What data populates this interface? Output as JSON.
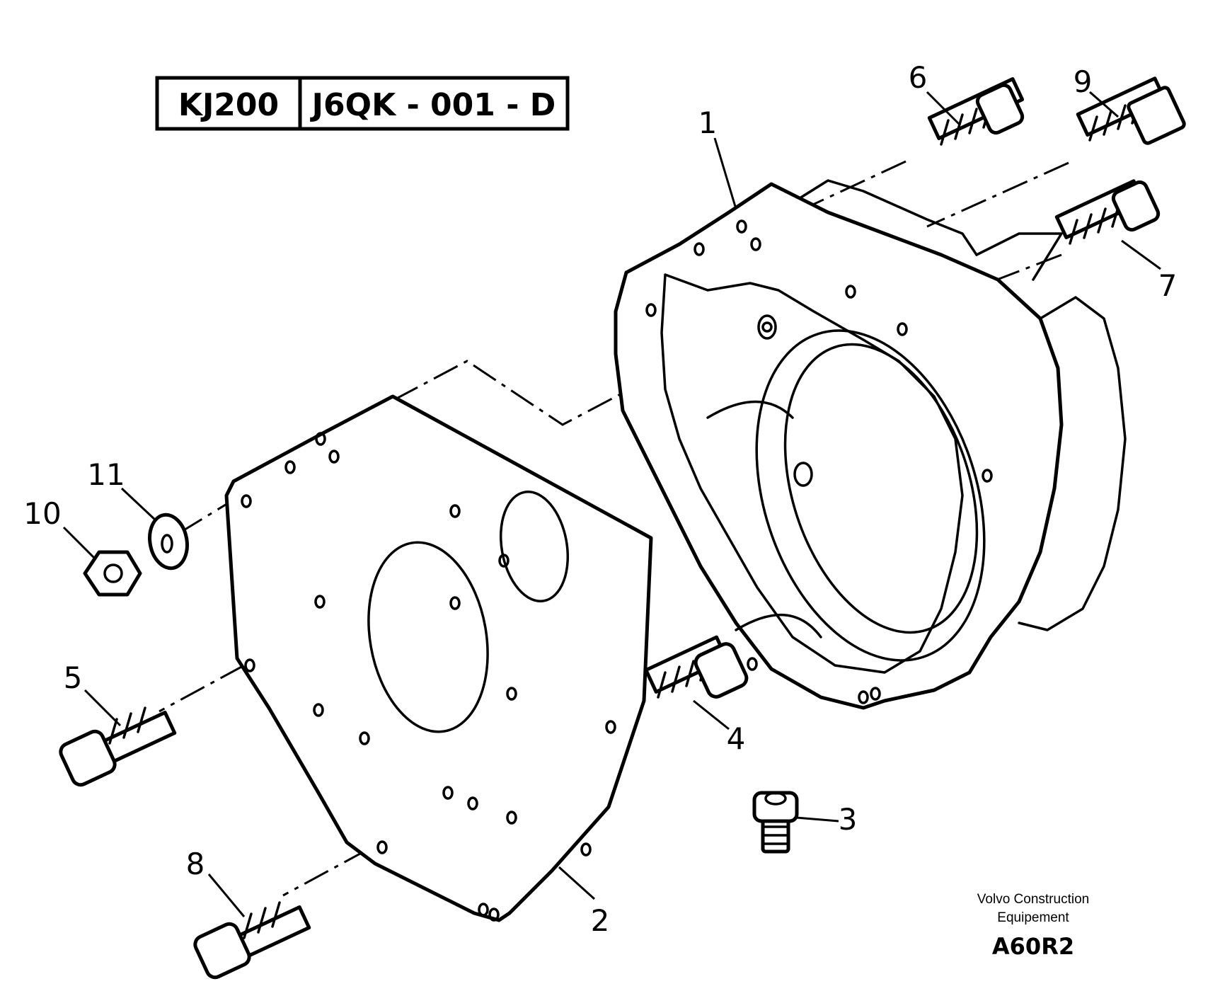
{
  "reference": {
    "model": "KJ200",
    "code": "J6QK - 001 - D"
  },
  "callouts": [
    {
      "id": "1",
      "label": "1"
    },
    {
      "id": "2",
      "label": "2"
    },
    {
      "id": "3",
      "label": "3"
    },
    {
      "id": "4",
      "label": "4"
    },
    {
      "id": "5",
      "label": "5"
    },
    {
      "id": "6",
      "label": "6"
    },
    {
      "id": "7",
      "label": "7"
    },
    {
      "id": "8",
      "label": "8"
    },
    {
      "id": "9",
      "label": "9"
    },
    {
      "id": "10",
      "label": "10"
    },
    {
      "id": "11",
      "label": "11"
    }
  ],
  "footer": {
    "brand_line1": "Volvo Construction",
    "brand_line2": "Equipement",
    "figure_code": "A60R2"
  }
}
